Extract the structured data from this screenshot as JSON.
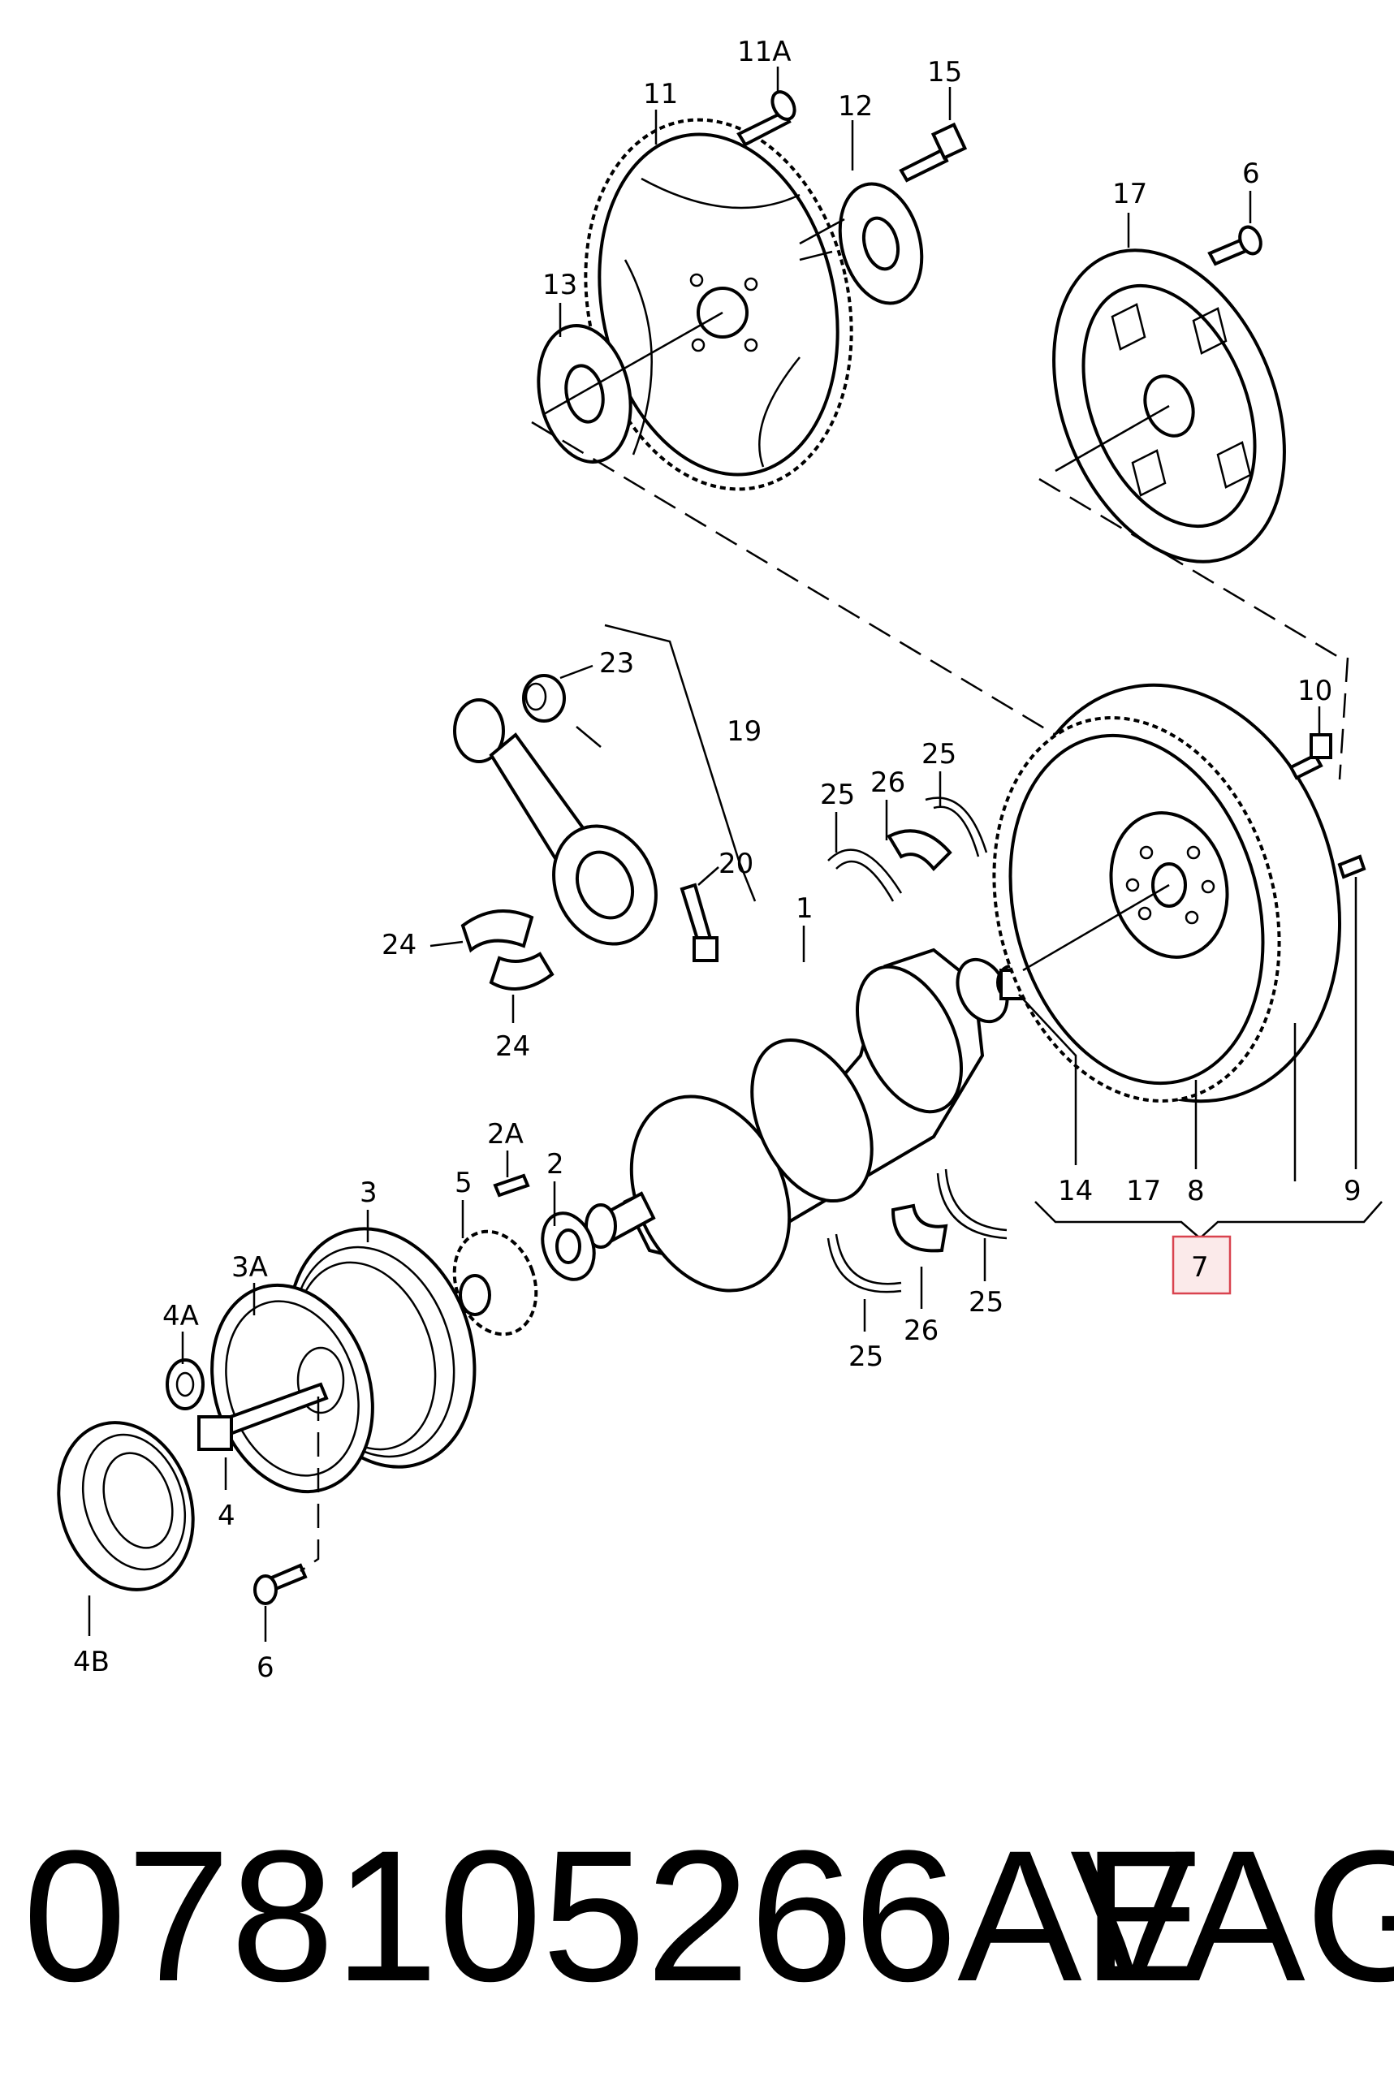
{
  "diagram": {
    "callouts": [
      "11A",
      "11",
      "15",
      "12",
      "13",
      "6",
      "17",
      "23",
      "19",
      "20",
      "24",
      "24",
      "25",
      "26",
      "25",
      "10",
      "1",
      "2A",
      "2",
      "5",
      "3",
      "3A",
      "4A",
      "4",
      "4B",
      "6",
      "14",
      "17",
      "8",
      "9",
      "25",
      "26",
      "25",
      "7"
    ],
    "highlighted_callout": "7",
    "highlight_color": "#d9434f"
  },
  "footer": {
    "part_number": "078105266AE",
    "brand": "VAG"
  }
}
